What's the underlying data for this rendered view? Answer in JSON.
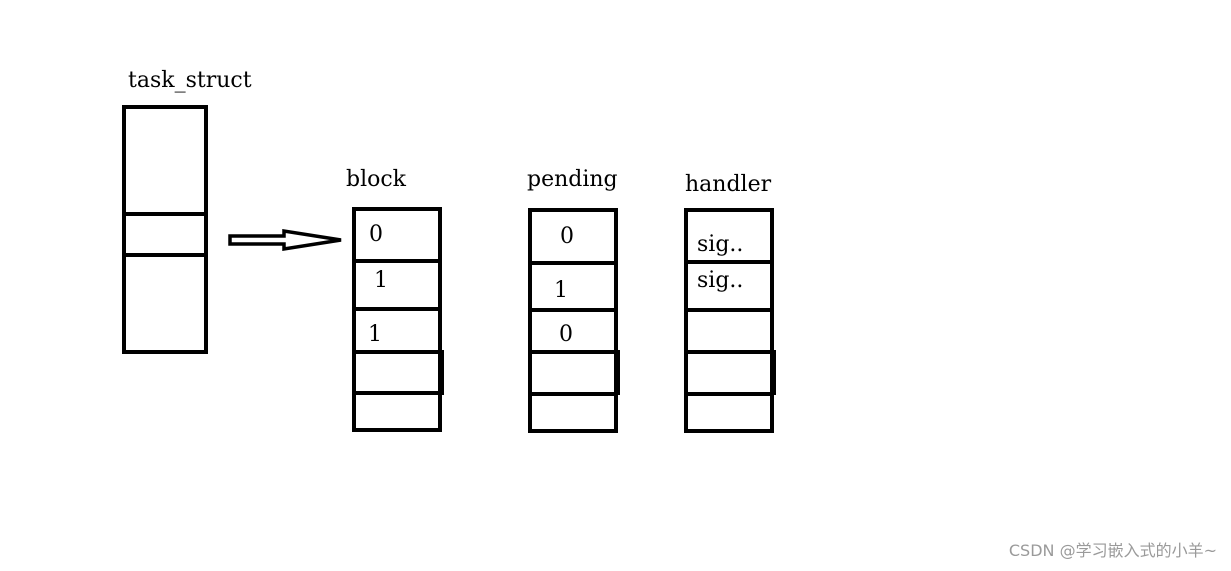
{
  "labels": {
    "task_struct": "task_struct",
    "block": "block",
    "pending": "pending",
    "handler": "handler"
  },
  "block": {
    "cells": [
      "0",
      "1",
      "1",
      "",
      ""
    ]
  },
  "pending": {
    "cells": [
      "0",
      "1",
      "0",
      "",
      ""
    ]
  },
  "handler": {
    "cells": [
      "sig..",
      "sig..",
      "",
      "",
      ""
    ]
  },
  "watermark": "CSDN @学习嵌入式的小羊~",
  "colors": {
    "stroke": "#000000",
    "watermark": "#9a9a9a"
  }
}
